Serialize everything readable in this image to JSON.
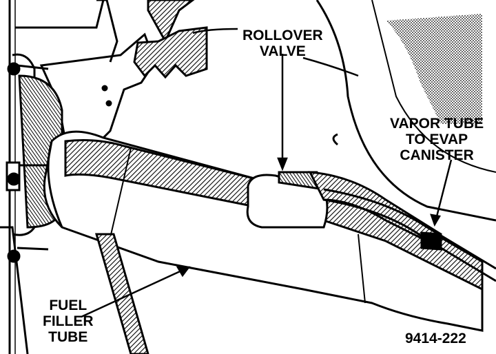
{
  "labels": {
    "rollover_valve": [
      "ROLLOVER",
      "VALVE"
    ],
    "vapor_tube": [
      "VAPOR TUBE",
      "TO EVAP",
      "CANISTER"
    ],
    "fuel_filler_tube": [
      "FUEL",
      "FILLER",
      "TUBE"
    ]
  },
  "figure_number": "9414-222",
  "colors": {
    "ink": "#000000",
    "paper": "#ffffff"
  }
}
